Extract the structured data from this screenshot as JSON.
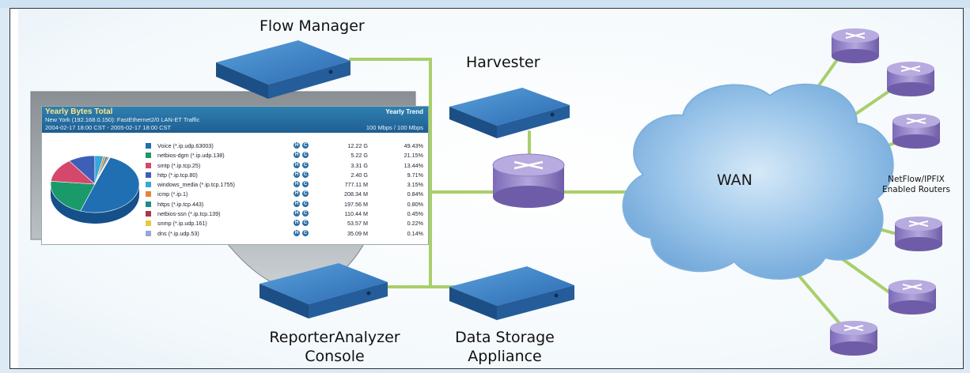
{
  "labels": {
    "flow_manager": "Flow Manager",
    "harvester": "Harvester",
    "wan": "WAN",
    "netflow_line1": "NetFlow/IPFIX",
    "netflow_line2": "Enabled Routers",
    "reporter_line1": "ReporterAnalyzer",
    "reporter_line2": "Console",
    "storage_line1": "Data Storage",
    "storage_line2": "Appliance"
  },
  "report": {
    "title": "Yearly Bytes Total",
    "trend": "Yearly Trend",
    "subtitle": "New York (192.168.0.150): FastEthernet2/0 LAN-ET Traffic",
    "dates": "2004-02-17 18:00 CST - 2005-02-17 18:00 CST",
    "speed": "100 Mbps / 100 Mbps",
    "icon_h": "H",
    "icon_c": "C",
    "rows": [
      {
        "name": "Voice (*.ip.udp.63003)",
        "value": "12.22 G",
        "pct": "49.43%",
        "color": "#1f6fb2"
      },
      {
        "name": "netbios-dgm (*.ip.udp.138)",
        "value": "5.22 G",
        "pct": "21.15%",
        "color": "#1a9a6a"
      },
      {
        "name": "smtp (*.ip.tcp.25)",
        "value": "3.31 G",
        "pct": "13.44%",
        "color": "#d4486b"
      },
      {
        "name": "http (*.ip.tcp.80)",
        "value": "2.40 G",
        "pct": "9.71%",
        "color": "#3d5fb8"
      },
      {
        "name": "windows_media (*.ip.tcp.1755)",
        "value": "777.11 M",
        "pct": "3.15%",
        "color": "#36a9d8"
      },
      {
        "name": "icmp (*.ip.1)",
        "value": "208.34 M",
        "pct": "0.84%",
        "color": "#e8843a"
      },
      {
        "name": "https (*.ip.tcp.443)",
        "value": "197.56 M",
        "pct": "0.80%",
        "color": "#1e8a8a"
      },
      {
        "name": "netbios-ssn (*.ip.tcp.139)",
        "value": "110.44 M",
        "pct": "0.45%",
        "color": "#a83a4a"
      },
      {
        "name": "snmp (*.ip.udp.161)",
        "value": "53.57 M",
        "pct": "0.22%",
        "color": "#e8c93a"
      },
      {
        "name": "dns (*.ip.udp.53)",
        "value": "35.09 M",
        "pct": "0.14%",
        "color": "#9aa6d6"
      }
    ]
  },
  "colors": {
    "link": "#a8cf6a",
    "server_top": "#3b7fc4",
    "server_side": "#1c4f86",
    "router": "#8e7cc3",
    "cloud": "#8fbde6"
  }
}
